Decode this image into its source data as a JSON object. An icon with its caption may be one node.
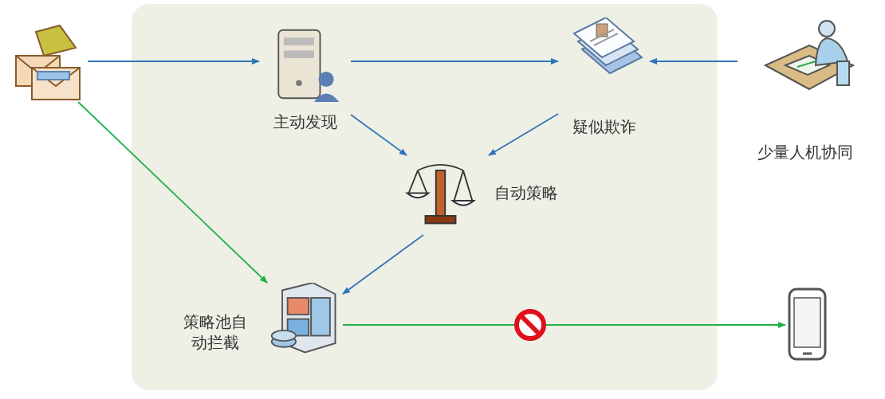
{
  "diagram": {
    "nodes": [
      {
        "text": [],
        "shape": "picture"
      },
      {
        "text": [
          "主动发现"
        ]
      },
      {
        "text": [
          "疑似欺诈"
        ]
      },
      {
        "text": [
          "少量人机协同"
        ]
      },
      {
        "text": [
          "自动策略"
        ]
      },
      {
        "text": [
          "策略池自动拦截"
        ]
      },
      {
        "text": [],
        "shape": "picture"
      }
    ],
    "edges": [
      {
        "from": 0,
        "to": 1,
        "arrow": "to"
      },
      {
        "from": 1,
        "to": 2,
        "arrow": "to"
      },
      {
        "from": 3,
        "to": 2,
        "arrow": "to"
      },
      {
        "from": 1,
        "to": 4,
        "arrow": "to"
      },
      {
        "from": 2,
        "to": 4,
        "arrow": "to"
      },
      {
        "from": 4,
        "to": 5,
        "arrow": "to"
      },
      {
        "from": 0,
        "to": 5,
        "arrow": "to",
        "color": "#22b14c"
      },
      {
        "from": 5,
        "to": 6,
        "arrow": "to",
        "color": "#22b14c"
      }
    ]
  }
}
